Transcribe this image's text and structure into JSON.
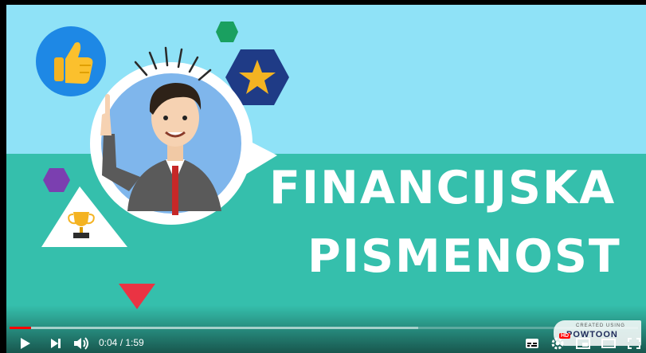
{
  "video": {
    "title_line1": "FINANCIJSKA",
    "title_line2": "PISMENOST",
    "colors": {
      "sky": "#8fe2f7",
      "sea": "#35bfac",
      "hex_green": "#1aa060",
      "hex_navy": "#1f3b86",
      "hex_purple": "#7b3fb0",
      "triangle_red": "#ea3343",
      "star_gold": "#f4b322"
    }
  },
  "watermark": {
    "created_label": "CREATED USING",
    "brand": "POWTOON"
  },
  "player": {
    "progress": {
      "played_fraction": 0.034,
      "buffered_fraction": 0.65
    },
    "time_display": "0:04 / 1:59",
    "icons": {
      "play": "play-icon",
      "next": "next-icon",
      "volume": "volume-icon",
      "subtitles": "subtitles-icon",
      "settings": "settings-icon",
      "miniplayer": "miniplayer-icon",
      "theater": "theater-icon",
      "fullscreen": "fullscreen-icon"
    },
    "hd_badge": "HD"
  }
}
